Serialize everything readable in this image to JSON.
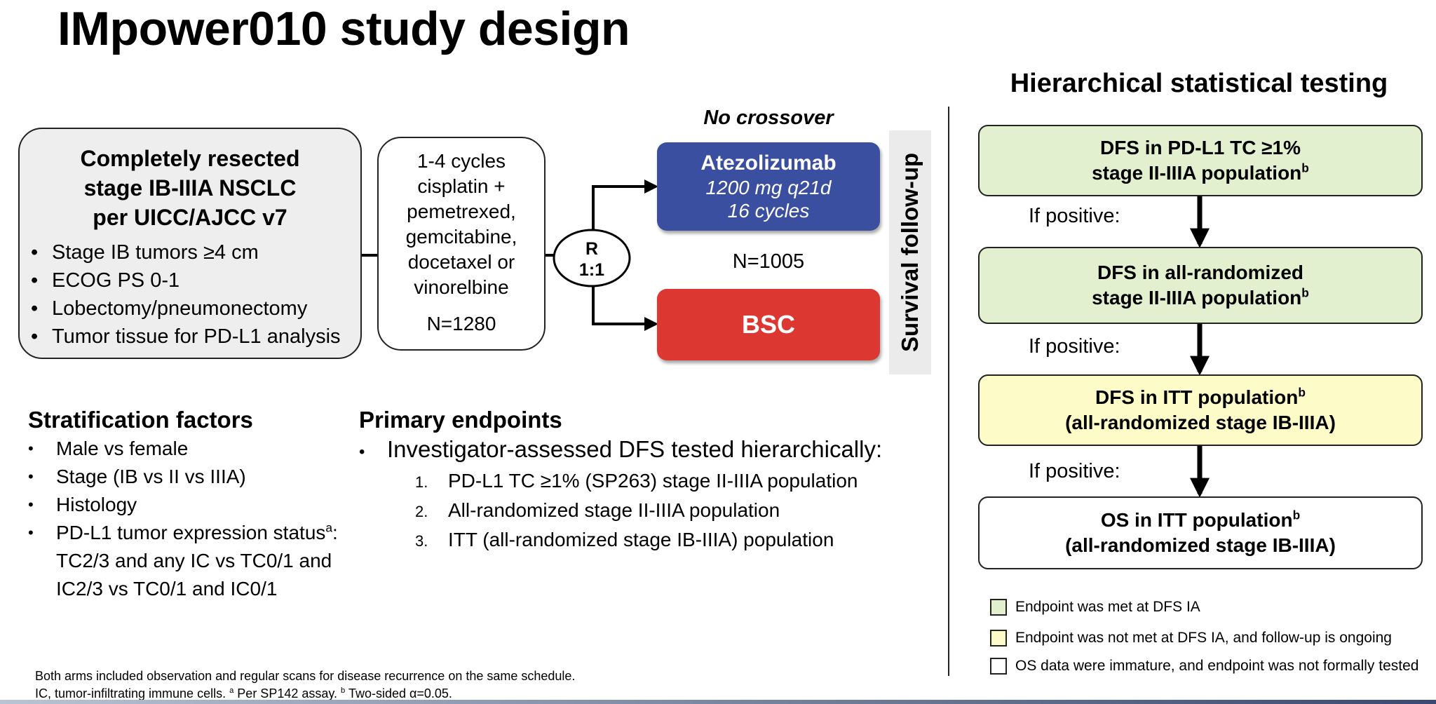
{
  "title": "IMpower010 study design",
  "eligibility": {
    "title_lines": [
      "Completely resected",
      "stage IB-IIIA NSCLC",
      "per UICC/AJCC v7"
    ],
    "criteria": [
      "Stage IB tumors ≥4 cm",
      "ECOG PS 0-1",
      "Lobectomy/pneumonectomy",
      "Tumor tissue for PD-L1 analysis"
    ]
  },
  "chemo": {
    "lines": [
      "1-4 cycles",
      "cisplatin +",
      "pemetrexed,",
      "gemcitabine,",
      "docetaxel or",
      "vinorelbine"
    ],
    "n": "N=1280"
  },
  "randomization": {
    "line1": "R",
    "line2": "1:1"
  },
  "arms": {
    "no_crossover": "No crossover",
    "atezo_name": "Atezolizumab",
    "atezo_dose": "1200 mg q21d",
    "atezo_cycles": "16 cycles",
    "n": "N=1005",
    "bsc": "BSC"
  },
  "survival_followup": "Survival follow-up",
  "stratification": {
    "title": "Stratification factors",
    "items": [
      "Male vs female",
      "Stage (IB vs II vs IIIA)",
      "Histology",
      "PD-L1 tumor expression status",
      "TC2/3 and any IC vs TC0/1 and",
      "IC2/3 vs TC0/1 and IC0/1"
    ],
    "sup_a": "a",
    "sup_after": ":"
  },
  "primary": {
    "title": "Primary endpoints",
    "main": "Investigator-assessed DFS tested hierarchically:",
    "items": [
      {
        "num": "1.",
        "text": "PD-L1 TC ≥1% (SP263) stage II-IIIA population"
      },
      {
        "num": "2.",
        "text": "All-randomized stage II-IIIA population"
      },
      {
        "num": "3.",
        "text": "ITT (all-randomized stage IB-IIIA) population"
      }
    ]
  },
  "hierarchy": {
    "title": "Hierarchical statistical testing",
    "if_positive": "If positive:",
    "sup_b": "b",
    "boxes": [
      {
        "line1": "DFS in PD-L1 TC ≥1%",
        "line2": "stage II-IIIA population",
        "color": "#e2f0d0"
      },
      {
        "line1": "DFS in all-randomized",
        "line2": "stage II-IIIA population",
        "color": "#e2f0d0"
      },
      {
        "line1": "DFS in ITT population",
        "line2": "(all-randomized stage IB-IIIA)",
        "color": "#fdfbc8"
      },
      {
        "line1": "OS in ITT population",
        "line2": "(all-randomized stage IB-IIIA)",
        "color": "#ffffff"
      }
    ]
  },
  "legend": [
    {
      "label": "Endpoint was met at DFS IA",
      "color": "#e2f0d0"
    },
    {
      "label": "Endpoint was not met at DFS IA, and follow-up is ongoing",
      "color": "#fdfbc8"
    },
    {
      "label": "OS data were immature, and endpoint was not formally tested",
      "color": "#ffffff"
    }
  ],
  "footnote": {
    "line1": "Both arms included observation and regular scans for disease recurrence on the same schedule.",
    "line2_a": "IC, tumor-infiltrating immune cells. ",
    "sup_a": "a",
    "line2_b": " Per SP142 assay. ",
    "sup_b": "b",
    "line2_c": " Two-sided α=0.05."
  },
  "colors": {
    "atezo": "#3a4fa0",
    "bsc": "#dd3732",
    "met": "#e2f0d0",
    "not_met": "#fdfbc8",
    "eligibility_bg": "#eeeeee",
    "survival_bg": "#ebebeb"
  }
}
